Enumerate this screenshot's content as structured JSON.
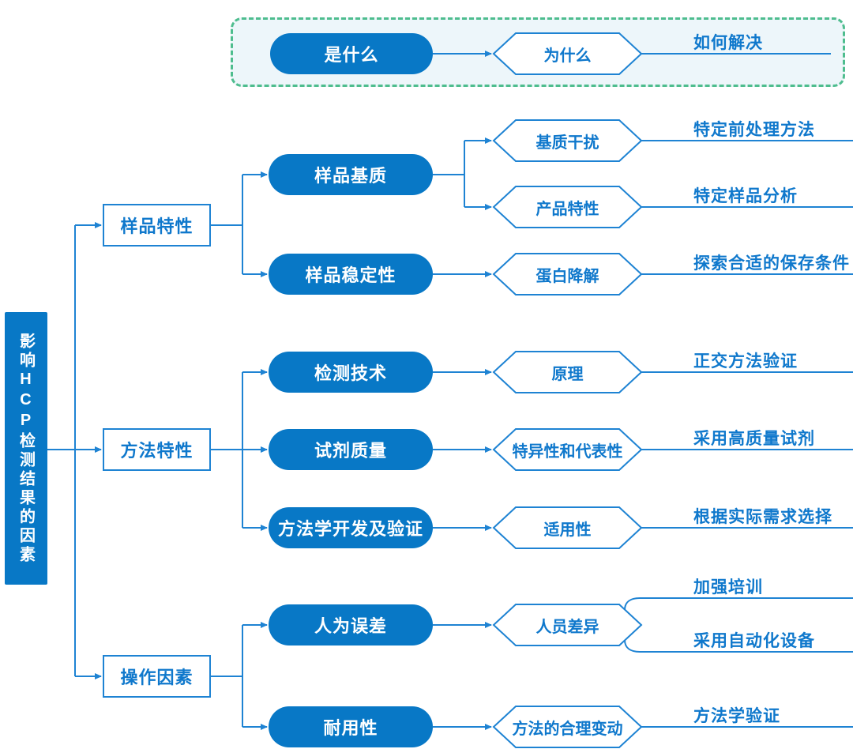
{
  "colors": {
    "node_fill": "#0878c6",
    "line": "#1e83d3",
    "text_blue": "#0f78cc",
    "legend_border": "#4ebd8e",
    "legend_bg": "#edf6fa"
  },
  "legend": {
    "what": "是什么",
    "why": "为什么",
    "how": "如何解决"
  },
  "tree": {
    "root": "影响HCP检测结果的因素",
    "branches": [
      {
        "label": "样品特性",
        "factors": [
          {
            "label": "样品基质",
            "causes": [
              {
                "label": "基质干扰",
                "solutions": [
                  "特定前处理方法"
                ]
              },
              {
                "label": "产品特性",
                "solutions": [
                  "特定样品分析"
                ]
              }
            ]
          },
          {
            "label": "样品稳定性",
            "causes": [
              {
                "label": "蛋白降解",
                "solutions": [
                  "探索合适的保存条件"
                ]
              }
            ]
          }
        ]
      },
      {
        "label": "方法特性",
        "factors": [
          {
            "label": "检测技术",
            "causes": [
              {
                "label": "原理",
                "solutions": [
                  "正交方法验证"
                ]
              }
            ]
          },
          {
            "label": "试剂质量",
            "causes": [
              {
                "label": "特异性和代表性",
                "solutions": [
                  "采用高质量试剂"
                ]
              }
            ]
          },
          {
            "label": "方法学开发及验证",
            "causes": [
              {
                "label": "适用性",
                "solutions": [
                  "根据实际需求选择"
                ]
              }
            ]
          }
        ]
      },
      {
        "label": "操作因素",
        "factors": [
          {
            "label": "人为误差",
            "causes": [
              {
                "label": "人员差异",
                "solutions": [
                  "加强培训",
                  "采用自动化设备"
                ]
              }
            ]
          },
          {
            "label": "耐用性",
            "causes": [
              {
                "label": "方法的合理变动",
                "solutions": [
                  "方法学验证"
                ]
              }
            ]
          }
        ]
      }
    ]
  }
}
